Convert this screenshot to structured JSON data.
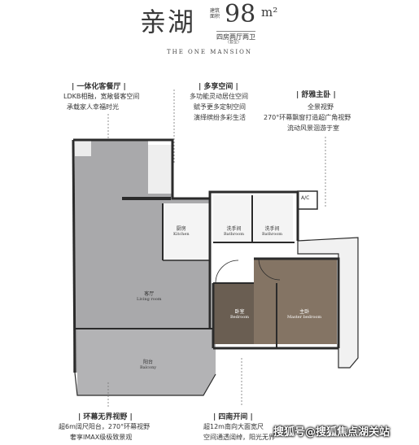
{
  "header": {
    "title_cn": "亲湖",
    "area_label_line1": "建筑",
    "area_label_line2": "面积",
    "area_number": "98",
    "area_unit": "m²",
    "layout": "四房两厅两卫",
    "layout_note": "(套型)",
    "subtitle_en": "THE ONE MANSION"
  },
  "features": {
    "top_left": {
      "heading": "| 一体化客餐厅 |",
      "lines": [
        "LDKB相融，宽敞餐客空间",
        "承载家人幸福时光"
      ]
    },
    "top_middle": {
      "heading": "| 多享空间 |",
      "lines": [
        "多功能灵动居住空间",
        "赋予更多定制空间",
        "演绎缤纷多彩生活"
      ]
    },
    "top_right": {
      "heading": "| 舒雅主卧 |",
      "lines": [
        "全景视野",
        "270°环幕飘窗打造超广角视野",
        "流动风景洄游于室"
      ]
    },
    "bottom_left": {
      "heading": "| 环幕无界视野 |",
      "lines": [
        "超6m阔尺阳台，270°环幕视野",
        "奢享IMAX级极致景观"
      ]
    },
    "bottom_middle": {
      "heading": "| 四南开间 |",
      "lines": [
        "超12m南向大面宽尺",
        "空间通透阔绰，阳光无界"
      ]
    }
  },
  "rooms": {
    "kitchen": {
      "cn": "厨房",
      "en": "Kitchen"
    },
    "bathroom1": {
      "cn": "洗手间",
      "en": "Bathroom"
    },
    "bathroom2": {
      "cn": "洗手间",
      "en": "Bathroom"
    },
    "ac": {
      "cn": "A/C"
    },
    "living": {
      "cn": "客厅",
      "en": "Living room"
    },
    "bedroom": {
      "cn": "卧室",
      "en": "Bedroom"
    },
    "master": {
      "cn": "主卧",
      "en": "Master bedroom"
    },
    "balcony": {
      "cn": "阳台",
      "en": "Balcony"
    }
  },
  "watermark": "搜狐号@搜狐焦点湖关站",
  "colors": {
    "living_floor": "#a9a9ab",
    "bedroom_floor": "#6a5e52",
    "master_floor": "#847464",
    "wall": "#2b2b2b"
  }
}
